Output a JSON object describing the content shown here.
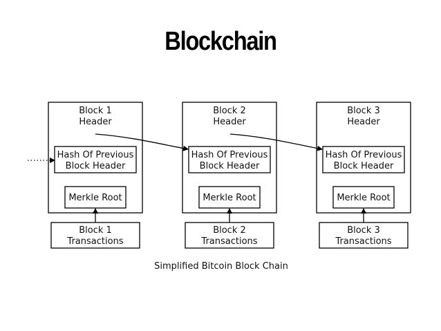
{
  "title": "Blockchain",
  "caption": "Simplified Bitcoin Block Chain",
  "blocks": [
    {
      "header": [
        "Block 1",
        "Header"
      ],
      "hash": [
        "Hash Of Previous",
        "Block Header"
      ],
      "merkle": "Merkle Root",
      "transactions": [
        "Block 1",
        "Transactions"
      ]
    },
    {
      "header": [
        "Block 2",
        "Header"
      ],
      "hash": [
        "Hash Of Previous",
        "Block Header"
      ],
      "merkle": "Merkle Root",
      "transactions": [
        "Block 2",
        "Transactions"
      ]
    },
    {
      "header": [
        "Block 3",
        "Header"
      ],
      "hash": [
        "Hash Of Previous",
        "Block Header"
      ],
      "merkle": "Merkle Root",
      "transactions": [
        "Block 3",
        "Transactions"
      ]
    }
  ]
}
